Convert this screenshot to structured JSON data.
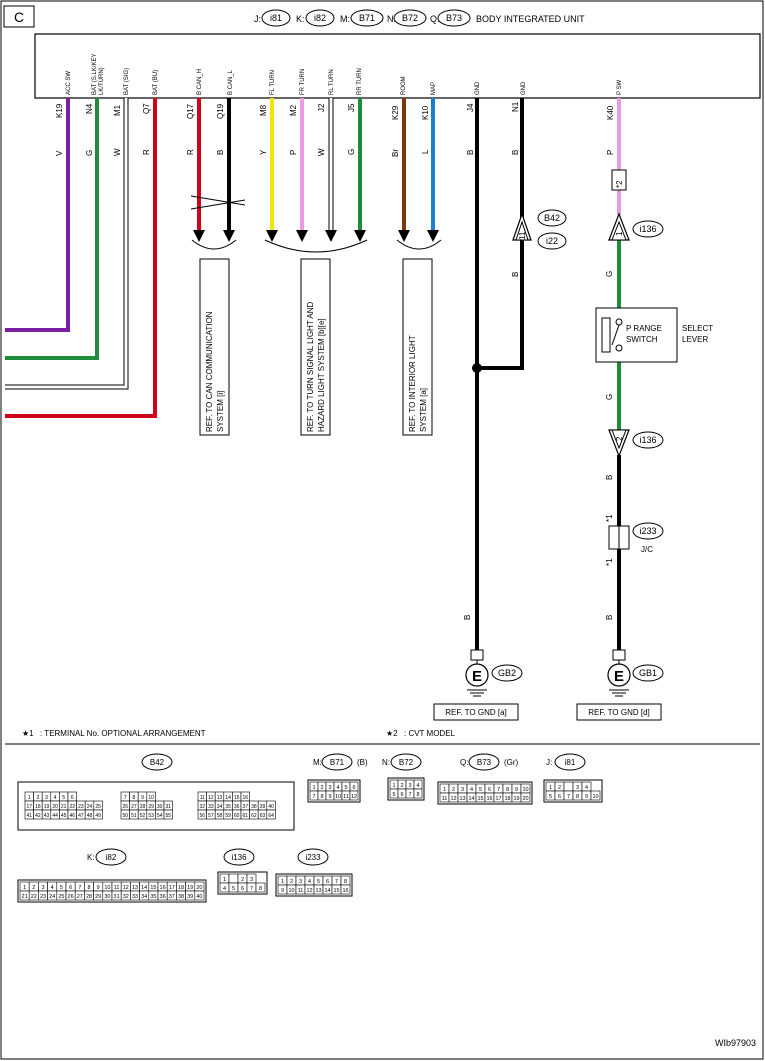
{
  "page_label": "C",
  "header": {
    "title": "BODY INTEGRATED UNIT",
    "connectors": [
      {
        "prefix": "J:",
        "id": "i81"
      },
      {
        "prefix": "K:",
        "id": "i82"
      },
      {
        "prefix": "M:",
        "id": "B71"
      },
      {
        "prefix": "N:",
        "id": "B72"
      },
      {
        "prefix": "Q:",
        "id": "B73"
      }
    ]
  },
  "pins": [
    {
      "id": "k19",
      "name": "ACC SW",
      "pin": "K19",
      "color_code": "V",
      "wire_color": "#7b1fa2"
    },
    {
      "id": "n4",
      "name": "BAT (S.LK/KEY LK/TURN)",
      "pin": "N4",
      "color_code": "G",
      "wire_color": "#1e8c3a"
    },
    {
      "id": "m1",
      "name": "BAT (SIG)",
      "pin": "M1",
      "color_code": "W",
      "wire_color": "#ffffff"
    },
    {
      "id": "q7",
      "name": "BAT (BU)",
      "pin": "Q7",
      "color_code": "R",
      "wire_color": "#d0021b"
    },
    {
      "id": "q17",
      "name": "B CAN_H",
      "pin": "Q17",
      "color_code": "R",
      "wire_color": "#d0021b"
    },
    {
      "id": "q19",
      "name": "B CAN_L",
      "pin": "Q19",
      "color_code": "B",
      "wire_color": "#000000"
    },
    {
      "id": "m8",
      "name": "FL TURN",
      "pin": "M8",
      "color_code": "Y",
      "wire_color": "#f5e200"
    },
    {
      "id": "m2",
      "name": "FR TURN",
      "pin": "M2",
      "color_code": "P",
      "wire_color": "#e89be0"
    },
    {
      "id": "j2",
      "name": "RL TURN",
      "pin": "J2",
      "color_code": "W",
      "wire_color": "#ffffff"
    },
    {
      "id": "j5",
      "name": "RR TURN",
      "pin": "J5",
      "color_code": "G",
      "wire_color": "#1e8c3a"
    },
    {
      "id": "k29",
      "name": "ROOM",
      "pin": "K29",
      "color_code": "Br",
      "wire_color": "#7a3b0c"
    },
    {
      "id": "k10",
      "name": "MAP",
      "pin": "K10",
      "color_code": "L",
      "wire_color": "#1e7fd0"
    },
    {
      "id": "j4",
      "name": "GND",
      "pin": "J4",
      "color_code": "B",
      "wire_color": "#000000"
    },
    {
      "id": "n1",
      "name": "GND",
      "pin": "N1",
      "color_code": "B",
      "wire_color": "#000000"
    },
    {
      "id": "k40",
      "name": "P SW",
      "pin": "K40",
      "color_code": "P",
      "wire_color": "#e89be0"
    }
  ],
  "refs": {
    "can": "REF. TO CAN COMMUNICATION SYSTEM [i]",
    "turn_line1": "REF. TO TURN SIGNAL LIGHT AND",
    "turn_line2": "HAZARD LIGHT SYSTEM [b][e]",
    "interior_line1": "REF. TO INTERIOR LIGHT",
    "interior_line2": "SYSTEM [a]",
    "gnd_a": "REF. TO GND [a]",
    "gnd_d": "REF. TO GND [d]"
  },
  "connectors_inline": {
    "b42_i22_top": "B42",
    "b42_i22_bottom": "i22",
    "b42_i22_pin": "11",
    "i136_a": "i136",
    "i136_a_pin": "1",
    "i136_b": "i136",
    "i136_b_pin": "2",
    "i233": "i233",
    "jc": "J/C"
  },
  "switch": {
    "line1": "P RANGE",
    "line2": "SWITCH",
    "label1": "SELECT",
    "label2": "LEVER"
  },
  "wire_labels": {
    "n1_lower": "B",
    "k40_mid": "G",
    "k40_lower": "G",
    "k40_b1": "B",
    "j4_low": "B",
    "k40_low": "B",
    "star1": "*1",
    "star2": "*2"
  },
  "grounds": [
    {
      "id": "gb2",
      "letter": "E",
      "label": "GB2"
    },
    {
      "id": "gb1",
      "letter": "E",
      "label": "GB1"
    }
  ],
  "notes": {
    "note1_mark": "★1",
    "note1": ": TERMINAL No. OPTIONAL ARRANGEMENT",
    "note2_mark": "★2",
    "note2": ": CVT MODEL"
  },
  "connector_views": {
    "b42": {
      "label": "B42",
      "rows": [
        [
          "1",
          "2",
          "3",
          "4",
          "5",
          "6",
          "7",
          "8",
          "9",
          "10",
          "11",
          "12",
          "13",
          "14",
          "15",
          "16"
        ],
        [
          "17",
          "18",
          "19",
          "20",
          "21",
          "22",
          "23",
          "24",
          "25",
          "26",
          "27",
          "28",
          "29",
          "30",
          "31",
          "32",
          "33",
          "34",
          "35",
          "36",
          "37",
          "38",
          "39",
          "40"
        ],
        [
          "41",
          "42",
          "43",
          "44",
          "45",
          "46",
          "47",
          "48",
          "49",
          "50",
          "51",
          "52",
          "53",
          "54",
          "55",
          "56",
          "57",
          "58",
          "59",
          "60",
          "61",
          "62",
          "63",
          "64"
        ]
      ]
    },
    "b71": {
      "prefix": "M:",
      "label": "B71",
      "color": "(B)",
      "rows": [
        [
          "1",
          "2",
          "3",
          "4",
          "5",
          "6"
        ],
        [
          "7",
          "8",
          "9",
          "10",
          "11",
          "12"
        ]
      ]
    },
    "b72": {
      "prefix": "N:",
      "label": "B72",
      "rows": [
        [
          "1",
          "2",
          "3",
          "4"
        ],
        [
          "5",
          "6",
          "7",
          "8"
        ]
      ]
    },
    "b73": {
      "prefix": "Q:",
      "label": "B73",
      "color": "(Gr)",
      "rows": [
        [
          "1",
          "2",
          "3",
          "4",
          "5",
          "6",
          "7",
          "8",
          "9",
          "10"
        ],
        [
          "11",
          "12",
          "13",
          "14",
          "15",
          "16",
          "17",
          "18",
          "19",
          "20"
        ]
      ]
    },
    "i81": {
      "prefix": "J:",
      "label": "i81",
      "rows": [
        [
          "1",
          "2",
          "",
          "3",
          "4"
        ],
        [
          "5",
          "6",
          "7",
          "8",
          "9",
          "10"
        ]
      ]
    },
    "i82": {
      "prefix": "K:",
      "label": "i82",
      "rows": [
        [
          "1",
          "2",
          "3",
          "4",
          "5",
          "6",
          "7",
          "8",
          "9",
          "10",
          "11",
          "12",
          "13",
          "14",
          "15",
          "16",
          "17",
          "18",
          "19",
          "20"
        ],
        [
          "21",
          "22",
          "23",
          "24",
          "25",
          "26",
          "27",
          "28",
          "29",
          "30",
          "31",
          "32",
          "33",
          "34",
          "35",
          "36",
          "37",
          "38",
          "39",
          "40"
        ]
      ]
    },
    "i136": {
      "label": "i136",
      "rows": [
        [
          "1",
          "",
          "2",
          "3"
        ],
        [
          "4",
          "5",
          "6",
          "7",
          "8"
        ]
      ]
    },
    "i233": {
      "label": "i233",
      "rows": [
        [
          "1",
          "2",
          "3",
          "4",
          "5",
          "6",
          "7",
          "8"
        ],
        [
          "9",
          "10",
          "11",
          "12",
          "13",
          "14",
          "15",
          "16"
        ]
      ]
    }
  },
  "footer_code": "WIb97903"
}
